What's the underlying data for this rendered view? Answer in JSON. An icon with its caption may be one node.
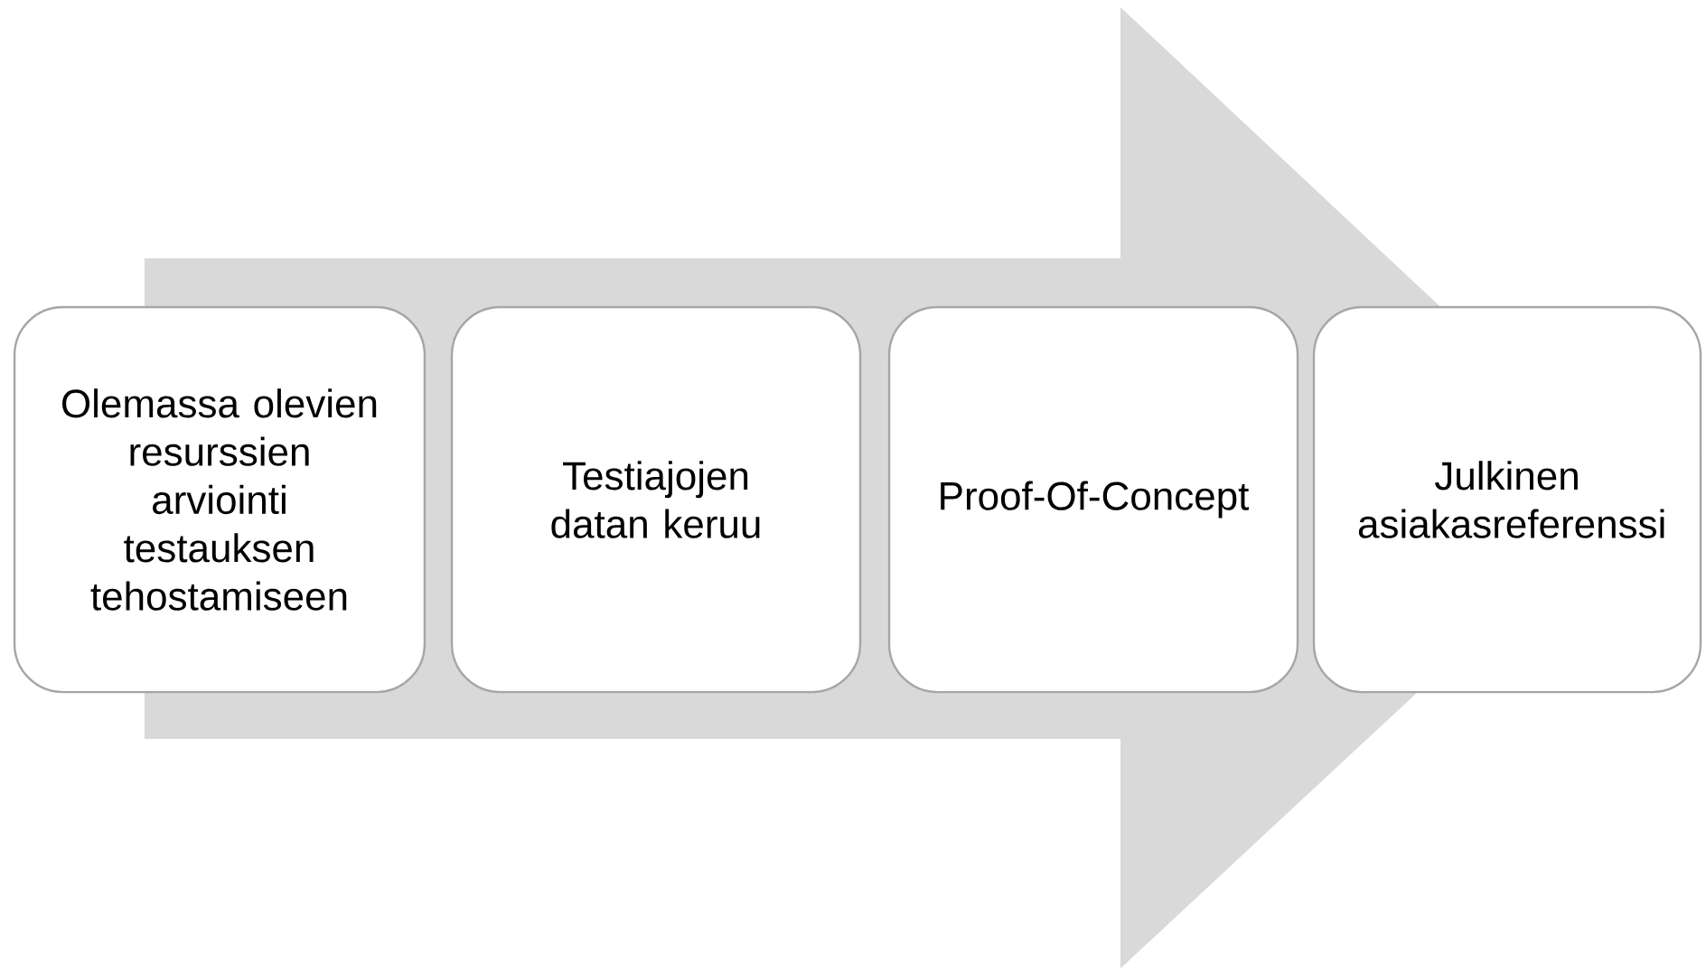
{
  "diagram": {
    "nodes": [
      {
        "text": [
          "Olemassa olevien resurssien arviointi testauksen tehostamiseen"
        ]
      },
      {
        "text": [
          "Testiajojen datan keruu"
        ]
      },
      {
        "text": [
          "Proof-Of-Concept"
        ]
      },
      {
        "text": [
          "Julkinen asiakasreferenssi"
        ]
      }
    ],
    "edges": [
      {
        "from": 0,
        "to": 3,
        "arrow": "to"
      }
    ]
  }
}
